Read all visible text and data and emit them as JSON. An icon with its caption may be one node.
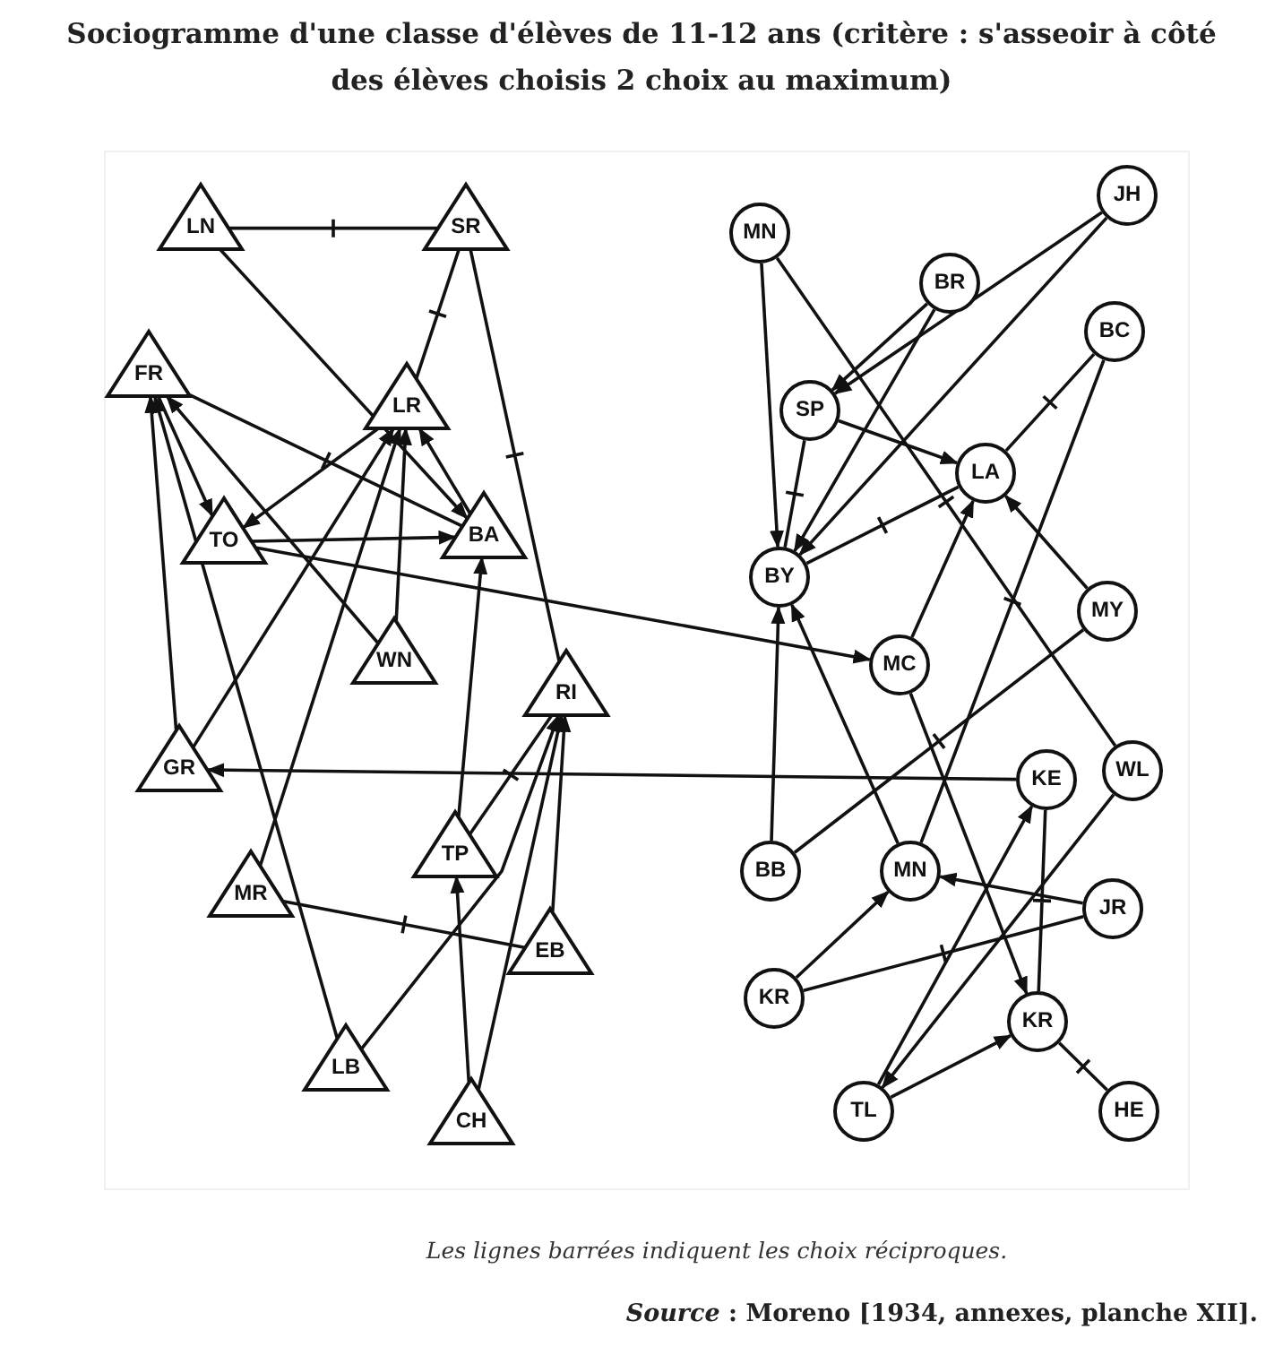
{
  "diagram": {
    "title": "Sociogramme d'une classe d'élèves de 11-12 ans (critère : s'asseoir à côté des élèves choisis 2 choix au maximum)",
    "caption": "Les lignes barrées indiquent les choix réciproques.",
    "nodes": [
      {
        "text": [
          "LN"
        ]
      },
      {
        "text": [
          "SR"
        ]
      },
      {
        "text": [
          "FR"
        ]
      },
      {
        "text": [
          "LR"
        ]
      },
      {
        "text": [
          "TO"
        ]
      },
      {
        "text": [
          "BA"
        ]
      },
      {
        "text": [
          "WN"
        ]
      },
      {
        "text": [
          "RI"
        ]
      },
      {
        "text": [
          "GR"
        ]
      },
      {
        "text": [
          "TP"
        ]
      },
      {
        "text": [
          "MR"
        ]
      },
      {
        "text": [
          "EB"
        ]
      },
      {
        "text": [
          "LB"
        ]
      },
      {
        "text": [
          "CH"
        ]
      },
      {
        "text": [
          "MN"
        ]
      },
      {
        "text": [
          "JH"
        ]
      },
      {
        "text": [
          "BR"
        ]
      },
      {
        "text": [
          "BC"
        ]
      },
      {
        "text": [
          "SP"
        ]
      },
      {
        "text": [
          "LA"
        ]
      },
      {
        "text": [
          "BY"
        ]
      },
      {
        "text": [
          "MY"
        ]
      },
      {
        "text": [
          "MC"
        ]
      },
      {
        "text": [
          "KE"
        ]
      },
      {
        "text": [
          "WL"
        ]
      },
      {
        "text": [
          "BB"
        ]
      },
      {
        "text": [
          "MN"
        ]
      },
      {
        "text": [
          "JR"
        ]
      },
      {
        "text": [
          "KR"
        ]
      },
      {
        "text": [
          "KR"
        ]
      },
      {
        "text": [
          "TL"
        ]
      },
      {
        "text": [
          "HE"
        ]
      }
    ],
    "edges": [
      {
        "from": 0,
        "to": 1,
        "arrow": "none"
      },
      {
        "from": 0,
        "to": 5,
        "arrow": "to"
      },
      {
        "from": 1,
        "to": 3,
        "arrow": "none"
      },
      {
        "from": 1,
        "to": 7,
        "arrow": "none"
      },
      {
        "from": 2,
        "to": 4,
        "arrow": "to"
      },
      {
        "from": 2,
        "to": 5,
        "arrow": "none"
      },
      {
        "from": 6,
        "to": 2,
        "arrow": "to"
      },
      {
        "from": 8,
        "to": 2,
        "arrow": "to"
      },
      {
        "from": 12,
        "to": 2,
        "arrow": "to"
      },
      {
        "from": 8,
        "to": 3,
        "arrow": "to"
      },
      {
        "from": 10,
        "to": 3,
        "arrow": "to"
      },
      {
        "from": 6,
        "to": 3,
        "arrow": "to"
      },
      {
        "from": 5,
        "to": 3,
        "arrow": "to"
      },
      {
        "from": 3,
        "to": 4,
        "arrow": "to"
      },
      {
        "from": 4,
        "to": 5,
        "arrow": "to"
      },
      {
        "from": 4,
        "to": 22,
        "arrow": "to"
      },
      {
        "from": 9,
        "to": 5,
        "arrow": "to"
      },
      {
        "from": 9,
        "to": 7,
        "arrow": "none"
      },
      {
        "from": 12,
        "to": 7,
        "arrow": "to"
      },
      {
        "from": 13,
        "to": 7,
        "arrow": "to"
      },
      {
        "from": 11,
        "to": 7,
        "arrow": "to"
      },
      {
        "from": 23,
        "to": 8,
        "arrow": "to"
      },
      {
        "from": 10,
        "to": 11,
        "arrow": "none"
      },
      {
        "from": 13,
        "to": 9,
        "arrow": "to"
      },
      {
        "from": 14,
        "to": 20,
        "arrow": "to"
      },
      {
        "from": 14,
        "to": 24,
        "arrow": "none"
      },
      {
        "from": 15,
        "to": 18,
        "arrow": "to"
      },
      {
        "from": 15,
        "to": 20,
        "arrow": "to"
      },
      {
        "from": 16,
        "to": 18,
        "arrow": "to"
      },
      {
        "from": 16,
        "to": 20,
        "arrow": "to"
      },
      {
        "from": 18,
        "to": 19,
        "arrow": "to"
      },
      {
        "from": 18,
        "to": 20,
        "arrow": "none"
      },
      {
        "from": 19,
        "to": 20,
        "arrow": "none"
      },
      {
        "from": 17,
        "to": 19,
        "arrow": "none"
      },
      {
        "from": 17,
        "to": 26,
        "arrow": "none"
      },
      {
        "from": 21,
        "to": 19,
        "arrow": "to"
      },
      {
        "from": 21,
        "to": 25,
        "arrow": "none"
      },
      {
        "from": 25,
        "to": 20,
        "arrow": "to"
      },
      {
        "from": 26,
        "to": 20,
        "arrow": "to"
      },
      {
        "from": 22,
        "to": 19,
        "arrow": "to"
      },
      {
        "from": 22,
        "to": 29,
        "arrow": "to"
      },
      {
        "from": 23,
        "to": 29,
        "arrow": "none"
      },
      {
        "from": 24,
        "to": 30,
        "arrow": "to"
      },
      {
        "from": 30,
        "to": 23,
        "arrow": "to"
      },
      {
        "from": 30,
        "to": 29,
        "arrow": "to"
      },
      {
        "from": 29,
        "to": 31,
        "arrow": "none"
      },
      {
        "from": 27,
        "to": 26,
        "arrow": "to"
      },
      {
        "from": 27,
        "to": 28,
        "arrow": "none"
      },
      {
        "from": 28,
        "to": 26,
        "arrow": "to"
      }
    ],
    "labels": [
      "*Source* : Moreno [1934, annexes, planche XII]."
    ]
  }
}
